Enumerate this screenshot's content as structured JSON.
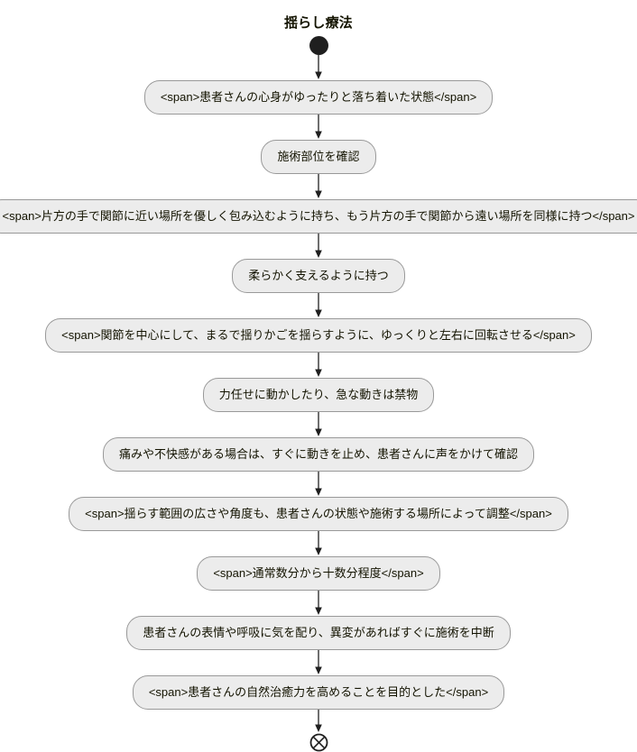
{
  "chart_data": {
    "type": "diagram",
    "diagram_kind": "flowchart",
    "orientation": "top-to-bottom",
    "title": "揺らし療法",
    "nodes": [
      {
        "id": "start",
        "shape": "filled-circle",
        "label": ""
      },
      {
        "id": "n1",
        "shape": "stadium",
        "label": "<span>患者さんの心身がゆったりと落ち着いた状態</span>"
      },
      {
        "id": "n2",
        "shape": "stadium",
        "label": "施術部位を確認"
      },
      {
        "id": "n3",
        "shape": "stadium",
        "label": "<span>片方の手で関節に近い場所を優しく包み込むように持ち、もう片方の手で関節から遠い場所を同様に持つ</span>"
      },
      {
        "id": "n4",
        "shape": "stadium",
        "label": "柔らかく支えるように持つ"
      },
      {
        "id": "n5",
        "shape": "stadium",
        "label": "<span>関節を中心にして、まるで揺りかごを揺らすように、ゆっくりと左右に回転させる</span>"
      },
      {
        "id": "n6",
        "shape": "stadium",
        "label": "力任せに動かしたり、急な動きは禁物"
      },
      {
        "id": "n7",
        "shape": "stadium",
        "label": "痛みや不快感がある場合は、すぐに動きを止め、患者さんに声をかけて確認"
      },
      {
        "id": "n8",
        "shape": "stadium",
        "label": "<span>揺らす範囲の広さや角度も、患者さんの状態や施術する場所によって調整</span>"
      },
      {
        "id": "n9",
        "shape": "stadium",
        "label": "<span>通常数分から十数分程度</span>"
      },
      {
        "id": "n10",
        "shape": "stadium",
        "label": "患者さんの表情や呼吸に気を配り、異変があればすぐに施術を中断"
      },
      {
        "id": "n11",
        "shape": "stadium",
        "label": "<span>患者さんの自然治癒力を高めることを目的とした</span>"
      },
      {
        "id": "end",
        "shape": "circle-x",
        "label": ""
      }
    ],
    "edges": [
      {
        "from": "start",
        "to": "n1",
        "label": ""
      },
      {
        "from": "n1",
        "to": "n2",
        "label": ""
      },
      {
        "from": "n2",
        "to": "n3",
        "label": ""
      },
      {
        "from": "n3",
        "to": "n4",
        "label": ""
      },
      {
        "from": "n4",
        "to": "n5",
        "label": ""
      },
      {
        "from": "n5",
        "to": "n6",
        "label": ""
      },
      {
        "from": "n6",
        "to": "n7",
        "label": ""
      },
      {
        "from": "n7",
        "to": "n8",
        "label": ""
      },
      {
        "from": "n8",
        "to": "n9",
        "label": ""
      },
      {
        "from": "n9",
        "to": "n10",
        "label": ""
      },
      {
        "from": "n10",
        "to": "n11",
        "label": ""
      },
      {
        "from": "n11",
        "to": "end",
        "label": ""
      }
    ],
    "colors": {
      "node_fill": "#ececec",
      "node_border": "#999999",
      "node_text": "#131300",
      "edge": "#1f1f1f",
      "start_node": "#1f1f1f",
      "background": "#ffffff",
      "title_text": "#131300"
    }
  }
}
